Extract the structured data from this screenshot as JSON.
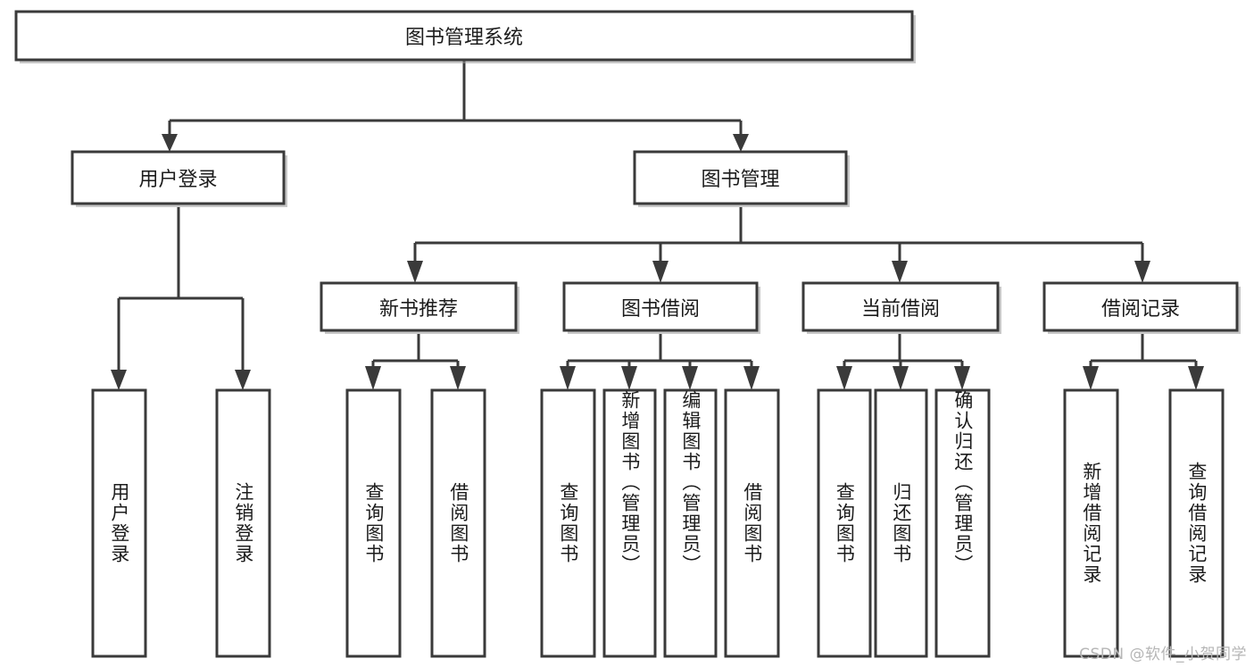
{
  "diagram": {
    "type": "org-chart",
    "orientation": "top-down",
    "title": "图书管理系统",
    "colors": {
      "box_stroke": "#3a3a3a",
      "box_fill": "#ffffff",
      "connector": "#3a3a3a",
      "text": "#1c1c1c",
      "watermark": "#b6b6b6",
      "background": "#ffffff"
    },
    "root": {
      "id": "root",
      "label": "图书管理系统",
      "orientation": "horizontal"
    },
    "level2": [
      {
        "id": "user-login",
        "label": "用户登录",
        "orientation": "horizontal"
      },
      {
        "id": "book-manage",
        "label": "图书管理",
        "orientation": "horizontal"
      }
    ],
    "level3": [
      {
        "id": "new-book-recommend",
        "label": "新书推荐",
        "orientation": "horizontal",
        "parent": "book-manage"
      },
      {
        "id": "book-borrow",
        "label": "图书借阅",
        "orientation": "horizontal",
        "parent": "book-manage"
      },
      {
        "id": "current-borrow",
        "label": "当前借阅",
        "orientation": "horizontal",
        "parent": "book-manage"
      },
      {
        "id": "borrow-record",
        "label": "借阅记录",
        "orientation": "horizontal",
        "parent": "book-manage"
      }
    ],
    "leaves": [
      {
        "id": "leaf-user-login",
        "label": "用户登录",
        "parent": "user-login",
        "orientation": "vertical"
      },
      {
        "id": "leaf-user-logout",
        "label": "注销登录",
        "parent": "user-login",
        "orientation": "vertical"
      },
      {
        "id": "leaf-query-book-1",
        "label": "查询图书",
        "parent": "new-book-recommend",
        "orientation": "vertical"
      },
      {
        "id": "leaf-borrow-book-1",
        "label": "借阅图书",
        "parent": "new-book-recommend",
        "orientation": "vertical"
      },
      {
        "id": "leaf-query-book-2",
        "label": "查询图书",
        "parent": "book-borrow",
        "orientation": "vertical"
      },
      {
        "id": "leaf-add-book",
        "label": "新增图书（管理员）",
        "parent": "book-borrow",
        "orientation": "vertical"
      },
      {
        "id": "leaf-edit-book",
        "label": "编辑图书（管理员）",
        "parent": "book-borrow",
        "orientation": "vertical"
      },
      {
        "id": "leaf-borrow-book-2",
        "label": "借阅图书",
        "parent": "book-borrow",
        "orientation": "vertical"
      },
      {
        "id": "leaf-query-book-3",
        "label": "查询图书",
        "parent": "current-borrow",
        "orientation": "vertical"
      },
      {
        "id": "leaf-return-book",
        "label": "归还图书",
        "parent": "current-borrow",
        "orientation": "vertical"
      },
      {
        "id": "leaf-confirm-return",
        "label": "确认归还（管理员）",
        "parent": "current-borrow",
        "orientation": "vertical"
      },
      {
        "id": "leaf-add-record",
        "label": "新增借阅记录",
        "parent": "borrow-record",
        "orientation": "vertical"
      },
      {
        "id": "leaf-query-record",
        "label": "查询借阅记录",
        "parent": "borrow-record",
        "orientation": "vertical"
      }
    ],
    "watermark": "CSDN @软件_小贺同学"
  }
}
